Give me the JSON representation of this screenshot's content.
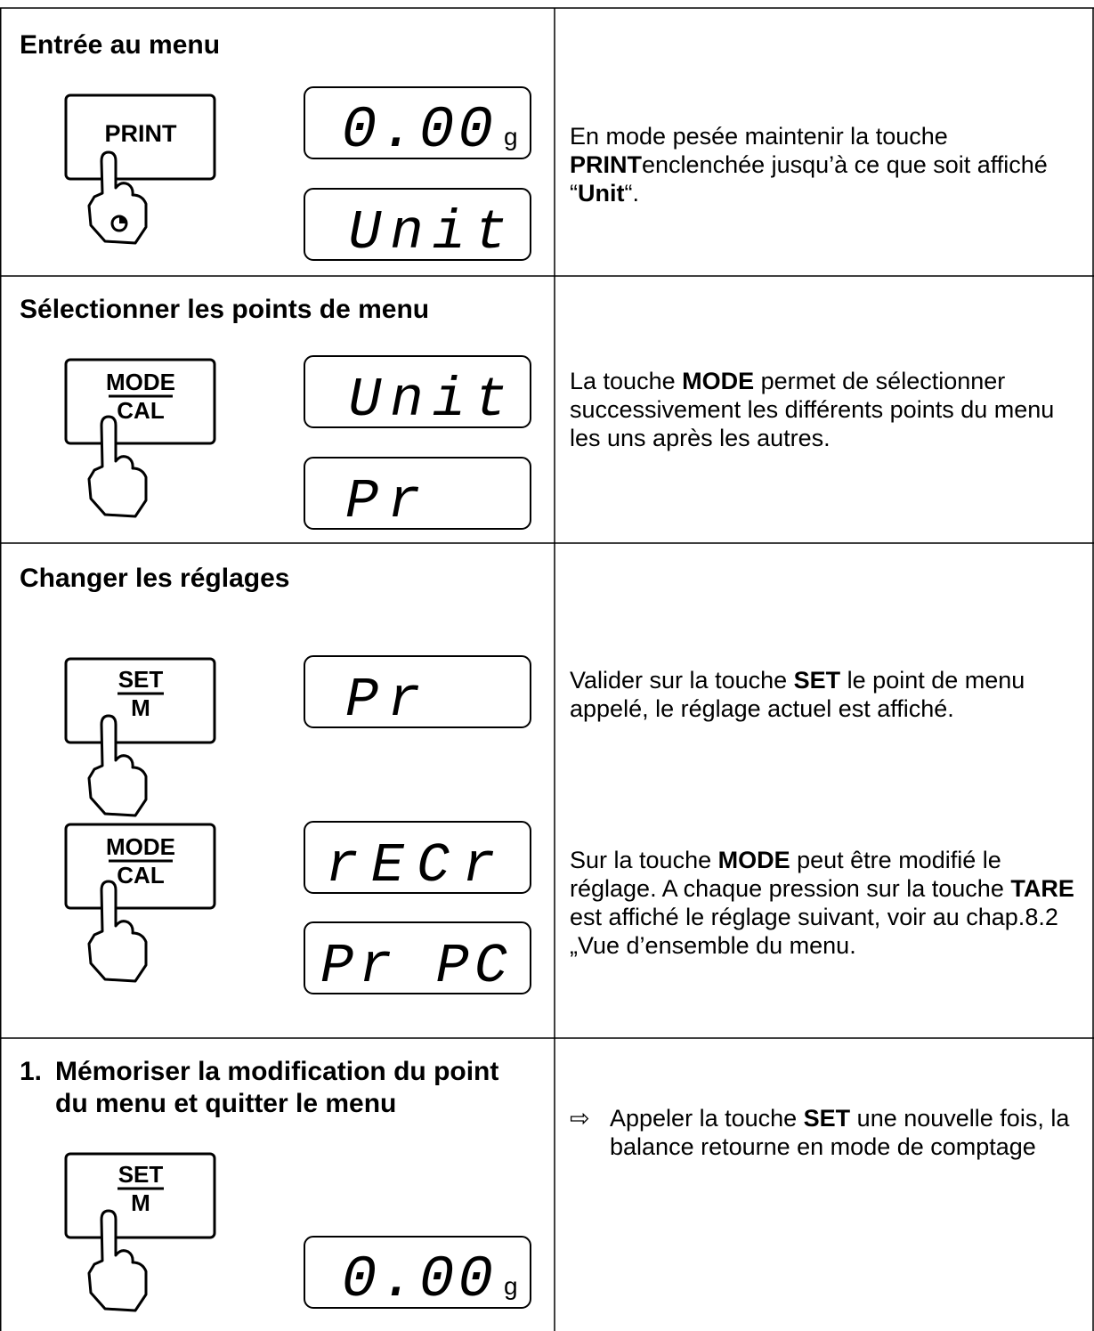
{
  "sections": [
    {
      "title": "Entrée au menu",
      "key": {
        "label": "PRINT"
      },
      "displays": [
        "0.00",
        "Unit"
      ],
      "display_unit": "g",
      "description": {
        "before": "En mode pesée maintenir la touche ",
        "key": "PRINT",
        "middle": "enclenchée jusqu’à ce que soit affiché “",
        "value": "Unit",
        "after": "“."
      }
    },
    {
      "title": "Sélectionner les points de menu",
      "key": {
        "top": "MODE",
        "bottom": "CAL"
      },
      "displays": [
        "Unit",
        "Pr"
      ],
      "description": {
        "before": "La touche ",
        "key": "MODE",
        "after": " permet de sélectionner successivement les différents points du menu les uns après les autres."
      }
    },
    {
      "title": "Changer les réglages",
      "step1": {
        "key": {
          "top": "SET",
          "bottom": "M"
        },
        "display": "Pr",
        "description": {
          "before": "Valider sur la touche ",
          "key": "SET",
          "after": " le point de menu appelé, le réglage actuel est affiché."
        }
      },
      "step2": {
        "key": {
          "top": "MODE",
          "bottom": "CAL"
        },
        "displays": [
          "rECr",
          "Pr PC"
        ],
        "description": {
          "before": "Sur la touche ",
          "key": "MODE",
          "middle": " peut être modifié le réglage. A chaque pression sur la touche ",
          "key2": "TARE",
          "after": " est affiché le réglage suivant, voir au chap.8.2 „Vue d’ensemble du menu."
        }
      }
    },
    {
      "number": "1.",
      "title": "Mémoriser la modification du point du menu et quitter le menu",
      "key": {
        "top": "SET",
        "bottom": "M"
      },
      "display": "0.00",
      "display_unit": "g",
      "bullet_icon": "⇨",
      "description": {
        "before": "Appeler la touche ",
        "key": "SET",
        "after": "  une nouvelle fois, la balance retourne en mode de comptage"
      }
    }
  ]
}
